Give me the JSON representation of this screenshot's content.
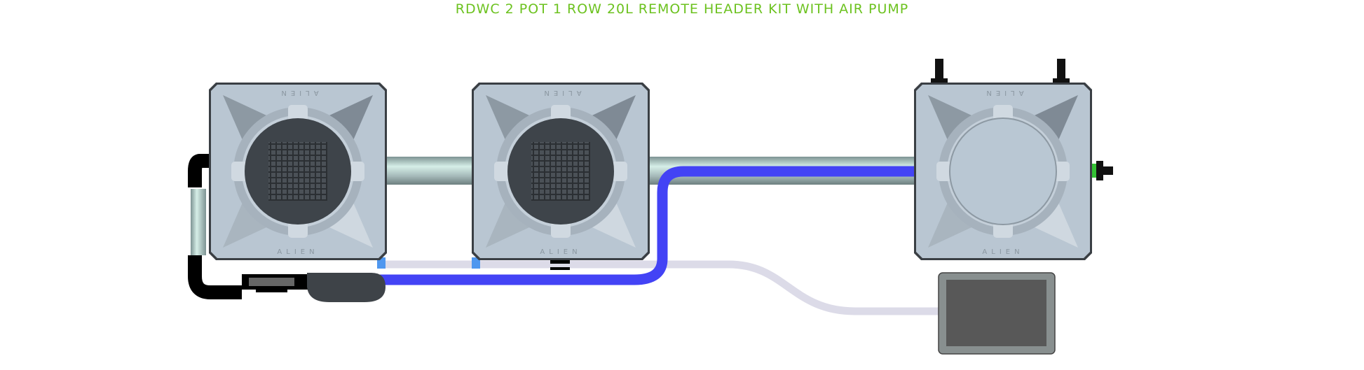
{
  "title": "RDWC 2 POT 1 ROW 20L REMOTE HEADER KIT WITH AIR PUMP",
  "brand": "ALIEN",
  "colors": {
    "title": "#6cc21f",
    "pot_body": "#b9c6d2",
    "pot_shadow": "#7f8a95",
    "lid_dark": "#3e444a",
    "blue_tube": "#4343f5",
    "air_tube": "#dcdbe8",
    "pipe": "#9fb3b3",
    "pump_box": "#888f8f",
    "pump_screen": "#585858",
    "connector_blue": "#4f97ef"
  },
  "components": [
    {
      "id": "pot-1",
      "type": "grow-pot-with-net-lid"
    },
    {
      "id": "pot-2",
      "type": "grow-pot-with-net-lid"
    },
    {
      "id": "header-tank",
      "type": "reservoir-with-closed-lid"
    },
    {
      "id": "air-pump",
      "type": "air-pump"
    }
  ]
}
